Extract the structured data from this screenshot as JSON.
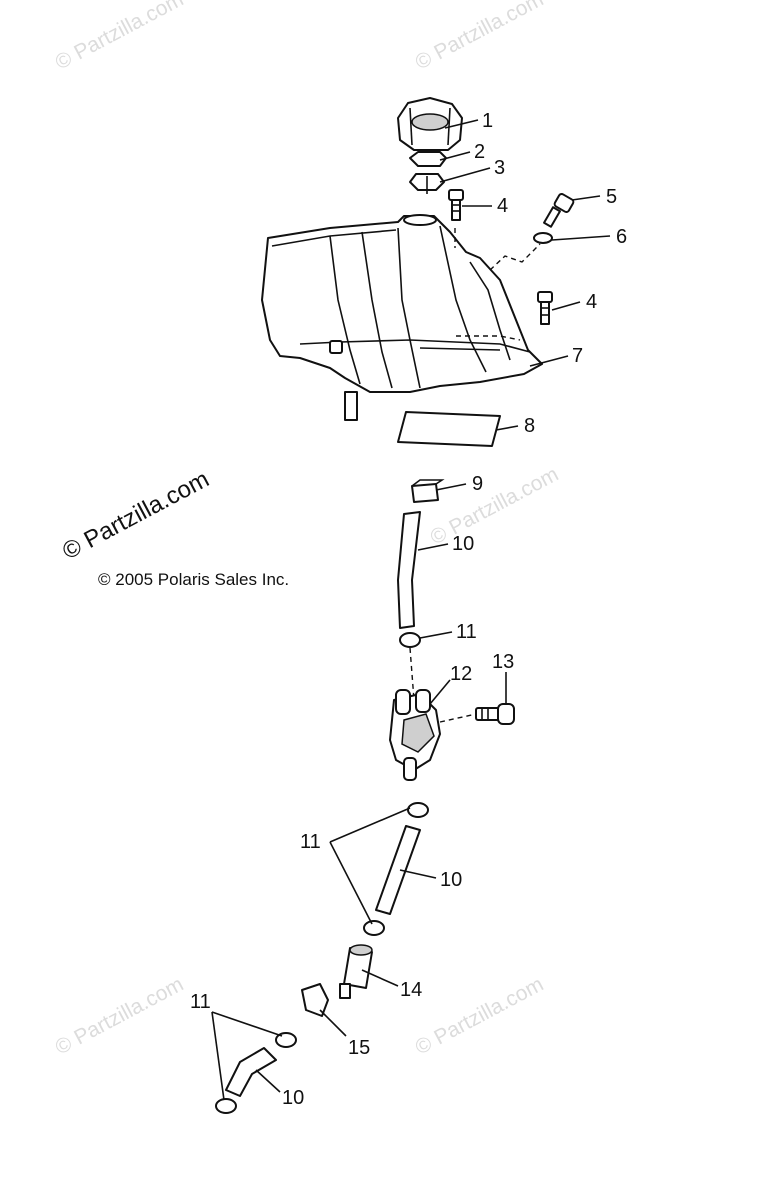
{
  "watermarks": {
    "site": "© Partzilla.com",
    "site_dark": "© Partzilla.com",
    "copyright": "© 2005 Polaris Sales Inc."
  },
  "callouts": {
    "c1": "1",
    "c2": "2",
    "c3": "3",
    "c4a": "4",
    "c5": "5",
    "c6": "6",
    "c4b": "4",
    "c7": "7",
    "c8": "8",
    "c9": "9",
    "c10a": "10",
    "c11a": "11",
    "c12": "12",
    "c13": "13",
    "c11b": "11",
    "c10b": "10",
    "c14": "14",
    "c15": "15",
    "c11c": "11",
    "c10c": "10"
  },
  "colors": {
    "line": "#111111",
    "watermark": "#dcdcdc",
    "background": "#ffffff"
  }
}
